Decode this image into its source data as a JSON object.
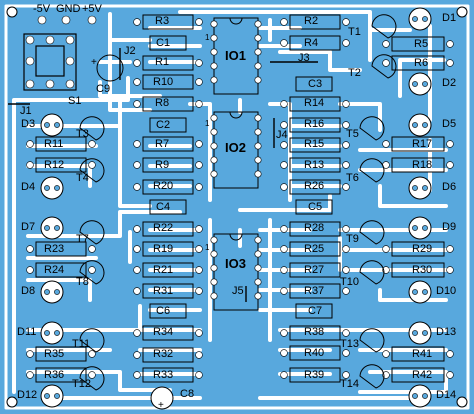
{
  "header": {
    "neg": "-5V",
    "gnd": "GND",
    "pos": "+5V"
  },
  "ics": {
    "io1": "IO1",
    "io2": "IO2",
    "io3": "IO3",
    "pin1": "1"
  },
  "switch": {
    "label": "S1"
  },
  "jumpers": {
    "j1": "J1",
    "j2": "J2",
    "j3": "J3",
    "j4": "J4",
    "j5": "J5"
  },
  "resistors": {
    "r1": "R1",
    "r2": "R2",
    "r3": "R3",
    "r4": "R4",
    "r5": "R5",
    "r6": "R6",
    "r7": "R7",
    "r8": "R8",
    "r9": "R9",
    "r10": "R10",
    "r11": "R11",
    "r12": "R12",
    "r13": "R13",
    "r14": "R14",
    "r15": "R15",
    "r16": "R16",
    "r17": "R17",
    "r18": "R18",
    "r19": "R19",
    "r20": "R20",
    "r21": "R21",
    "r22": "R22",
    "r23": "R23",
    "r24": "R24",
    "r25": "R25",
    "r26": "R26",
    "r27": "R27",
    "r28": "R28",
    "r29": "R29",
    "r30": "R30",
    "r31": "R31",
    "r32": "R32",
    "r33": "R33",
    "r34": "R34",
    "r35": "R35",
    "r36": "R36",
    "r37": "R37",
    "r38": "R38",
    "r39": "R39",
    "r40": "R40",
    "r41": "R41",
    "r42": "R42"
  },
  "capacitors": {
    "c1": "C1",
    "c2": "C2",
    "c3": "C3",
    "c4": "C4",
    "c5": "C5",
    "c6": "C6",
    "c7": "C7",
    "c8": "C8",
    "c9": "C9"
  },
  "transistors": {
    "t1": "T1",
    "t2": "T2",
    "t3": "T3",
    "t4": "T4",
    "t5": "T5",
    "t6": "T6",
    "t7": "T7",
    "t8": "T8",
    "t9": "T9",
    "t10": "T10",
    "t11": "T11",
    "t12": "T12",
    "t13": "T13",
    "t14": "T14"
  },
  "leds": {
    "d1": "D1",
    "d2": "D2",
    "d3": "D3",
    "d4": "D4",
    "d5": "D5",
    "d6": "D6",
    "d7": "D7",
    "d8": "D8",
    "d9": "D9",
    "d10": "D10",
    "d11": "D11",
    "d12": "D12",
    "d13": "D13",
    "d14": "D14"
  },
  "polarity": {
    "plus": "+"
  },
  "colors": {
    "board": "#58a8dd",
    "copper": "#ffffff",
    "silkscreen": "#000000",
    "pad": "#ffffff"
  }
}
